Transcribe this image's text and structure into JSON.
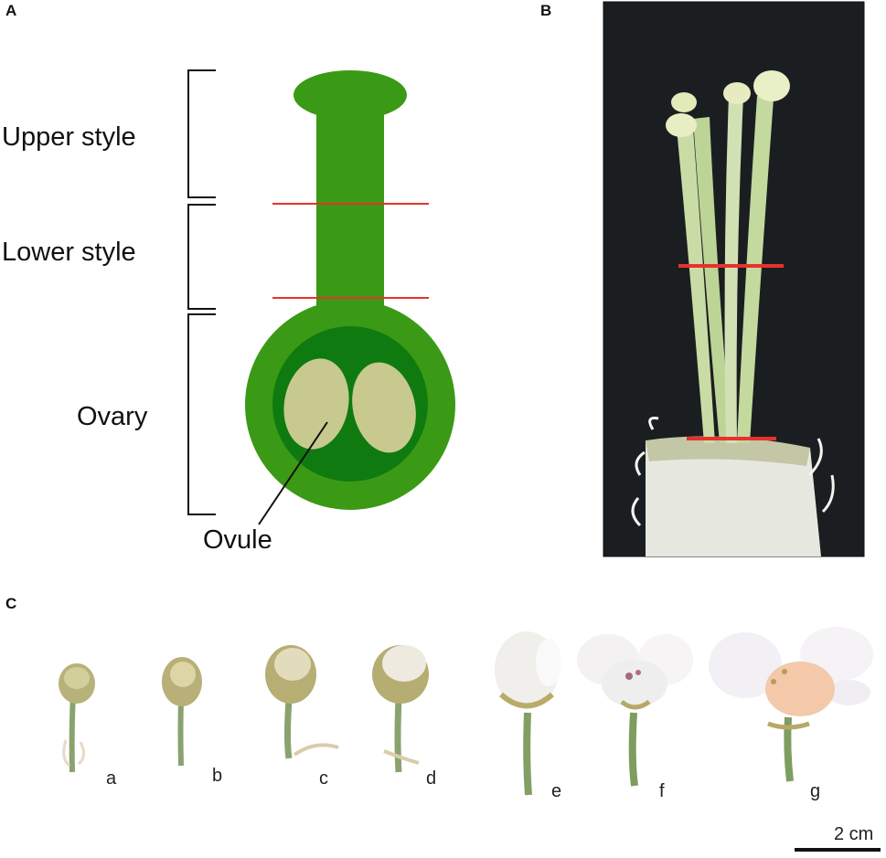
{
  "panels": {
    "a": "A",
    "b": "B",
    "c": "C"
  },
  "pistil_labels": {
    "upper_style": "Upper style",
    "lower_style": "Lower style",
    "ovary": "Ovary",
    "ovule": "Ovule"
  },
  "stages": [
    "a",
    "b",
    "c",
    "d",
    "e",
    "f",
    "g"
  ],
  "scale_bar": "2 cm",
  "colors": {
    "style_green": "#3a9a16",
    "ovary_inner": "#0f7a0f",
    "ovule": "#c8c98f",
    "cut_line": "#e8322b",
    "photo_bg": "#1b1e20"
  }
}
